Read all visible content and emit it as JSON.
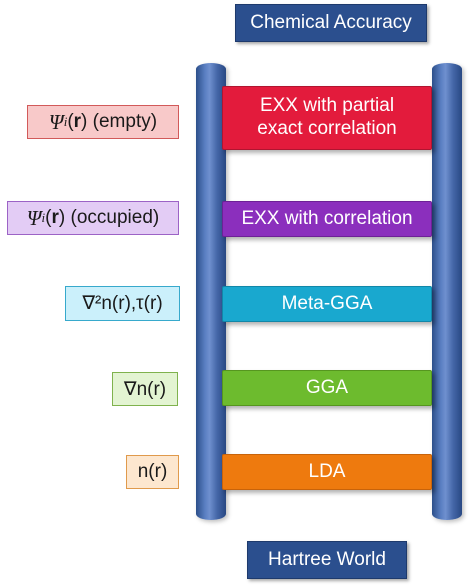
{
  "top_label": "Chemical Accuracy",
  "bottom_label": "Hartree World",
  "colors": {
    "pole": "#4a6db3",
    "endcap": "#2b4f8e"
  },
  "rungs": [
    {
      "id": "exx-partial",
      "label": "EXX with partial\nexact correlation",
      "color": "#e31b3c",
      "ingredient": {
        "symbol": "Ψ",
        "sub": "i",
        "arg": "r",
        "note": "(empty)",
        "bg": "#f8c9c9",
        "border": "#d25a5a"
      }
    },
    {
      "id": "exx-correlation",
      "label": "EXX with correlation",
      "color": "#8b2fbd",
      "ingredient": {
        "symbol": "Ψ",
        "sub": "i",
        "arg": "r",
        "note": "(occupied)",
        "bg": "#e3ccf5",
        "border": "#9c63c6"
      }
    },
    {
      "id": "meta-gga",
      "label": "Meta-GGA",
      "color": "#19a8cf",
      "ingredient": {
        "text": "∇²n(r),τ(r)",
        "bg": "#cbf0fb",
        "border": "#37a9cc"
      }
    },
    {
      "id": "gga",
      "label": "GGA",
      "color": "#6dbb2e",
      "ingredient": {
        "text": "∇n(r)",
        "bg": "#e3f4d2",
        "border": "#7fb24d"
      }
    },
    {
      "id": "lda",
      "label": "LDA",
      "color": "#ee7a0e",
      "ingredient": {
        "text": "n(r)",
        "bg": "#fde7cf",
        "border": "#e09a4c"
      }
    }
  ]
}
